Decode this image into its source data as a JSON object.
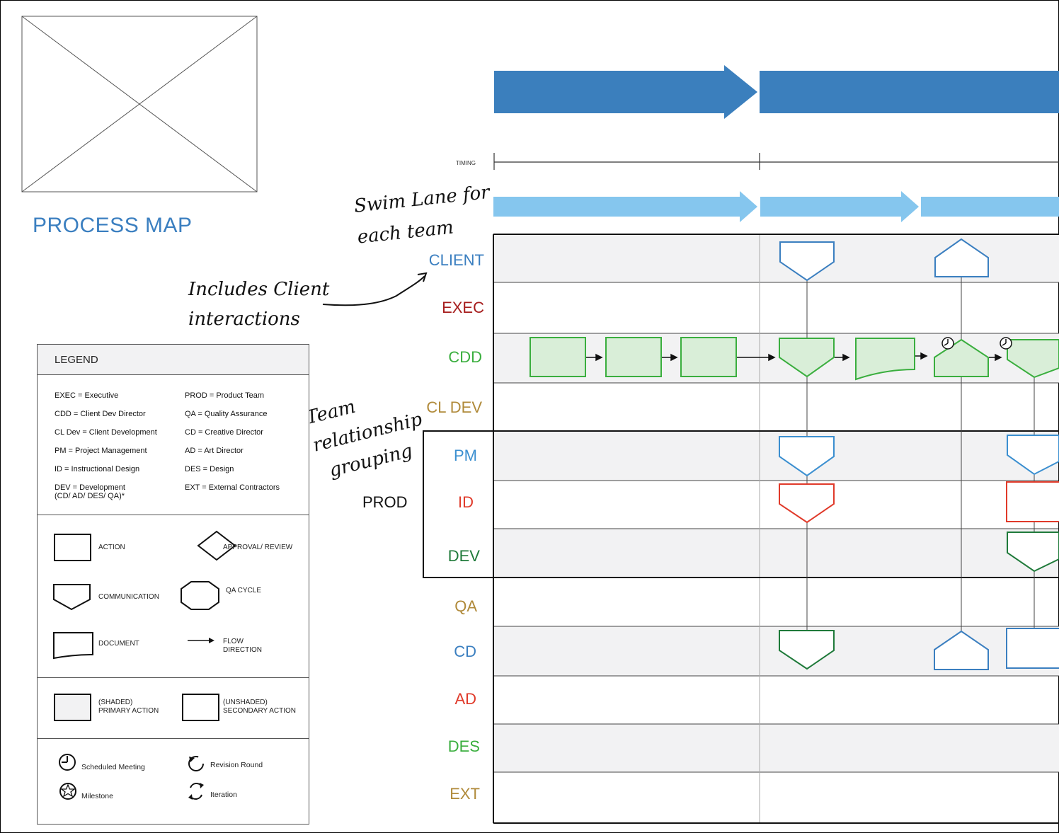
{
  "title": "PROCESS MAP",
  "timing_label": "TIMING",
  "annotations": {
    "swim_lane": [
      "Swim Lane for",
      "each team"
    ],
    "client_interactions": [
      "Includes Client",
      "interactions"
    ],
    "team_grouping": [
      "Team",
      "relationship",
      "grouping"
    ]
  },
  "group_label": "PROD",
  "lanes": [
    {
      "label": "CLIENT",
      "color": "#3b7fc0"
    },
    {
      "label": "EXEC",
      "color": "#a61d1d"
    },
    {
      "label": "CDD",
      "color": "#3aae3e"
    },
    {
      "label": "CL DEV",
      "color": "#b08a3a"
    },
    {
      "label": "PM",
      "color": "#3b8fd0"
    },
    {
      "label": "ID",
      "color": "#e03a2a"
    },
    {
      "label": "DEV",
      "color": "#1f7a3a"
    },
    {
      "label": "QA",
      "color": "#b08a3a"
    },
    {
      "label": "CD",
      "color": "#3b7fc0"
    },
    {
      "label": "AD",
      "color": "#e03a2a"
    },
    {
      "label": "DES",
      "color": "#3aae3e"
    },
    {
      "label": "EXT",
      "color": "#b08a3a"
    }
  ],
  "legend": {
    "title": "LEGEND",
    "abbreviations_left": [
      "EXEC = Executive",
      "CDD = Client Dev Director",
      "CL Dev = Client Development",
      "PM = Project Management",
      "ID = Instructional Design",
      "DEV = Development",
      "(CD/ AD/ DES/ QA)*"
    ],
    "abbreviations_right": [
      "PROD = Product Team",
      "QA = Quality Assurance",
      "CD = Creative Director",
      "AD = Art Director",
      "DES = Design",
      "EXT = External Contractors"
    ],
    "symbols": {
      "action": "ACTION",
      "approval": "APPROVAL/ REVIEW",
      "communication": "COMMUNICATION",
      "qa_cycle": "QA CYCLE",
      "document": "DOCUMENT",
      "flow": [
        "FLOW",
        "DIRECTION"
      ]
    },
    "shading": {
      "shaded": [
        "(SHADED)",
        "PRIMARY ACTION"
      ],
      "unshaded": [
        "(UNSHADED)",
        "SECONDARY ACTION"
      ]
    },
    "markers": {
      "meeting": "Scheduled Meeting",
      "revision": "Revision Round",
      "milestone": "Milestone",
      "iteration": "Iteration"
    }
  },
  "colors": {
    "phase_arrow": "#3b7fbd",
    "step_arrow": "#85c6ee",
    "lane_shaded": "#f2f2f3",
    "green": "#3aae3e",
    "green_fill": "#d9eed8",
    "blue": "#3b7fc0",
    "red": "#e03a2a",
    "dark_green": "#1f7a3a"
  }
}
